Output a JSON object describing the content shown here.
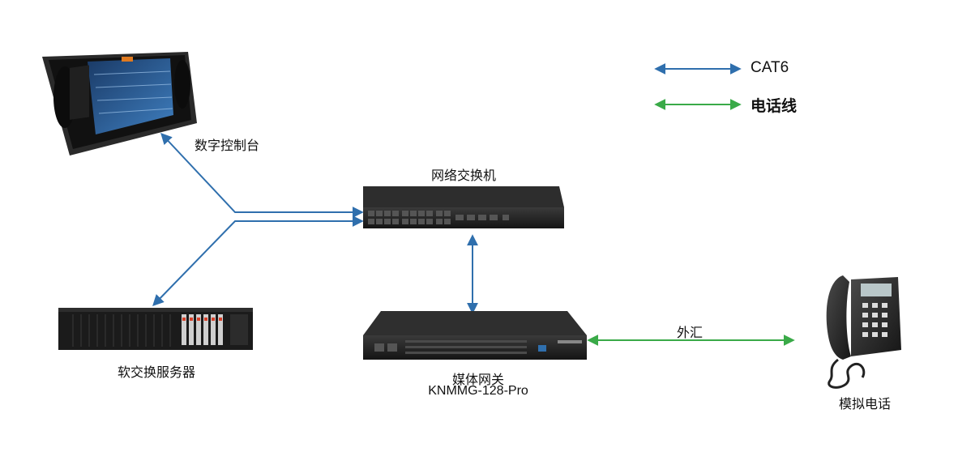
{
  "colors": {
    "cat6": "#2f6fad",
    "phone_line": "#3aaa48",
    "device_dark": "#1c1c1c"
  },
  "legend": {
    "cat6_label": "CAT6",
    "phone_label": "电话线"
  },
  "nodes": {
    "console_label": "数字控制台",
    "switch_label": "网络交换机",
    "server_label": "软交换服务器",
    "gateway_label_line1": "媒体网关",
    "gateway_label_line2": "KNMMG-128-Pro",
    "phone_label": "模拟电话"
  },
  "links": {
    "trunk_label": "外汇"
  }
}
